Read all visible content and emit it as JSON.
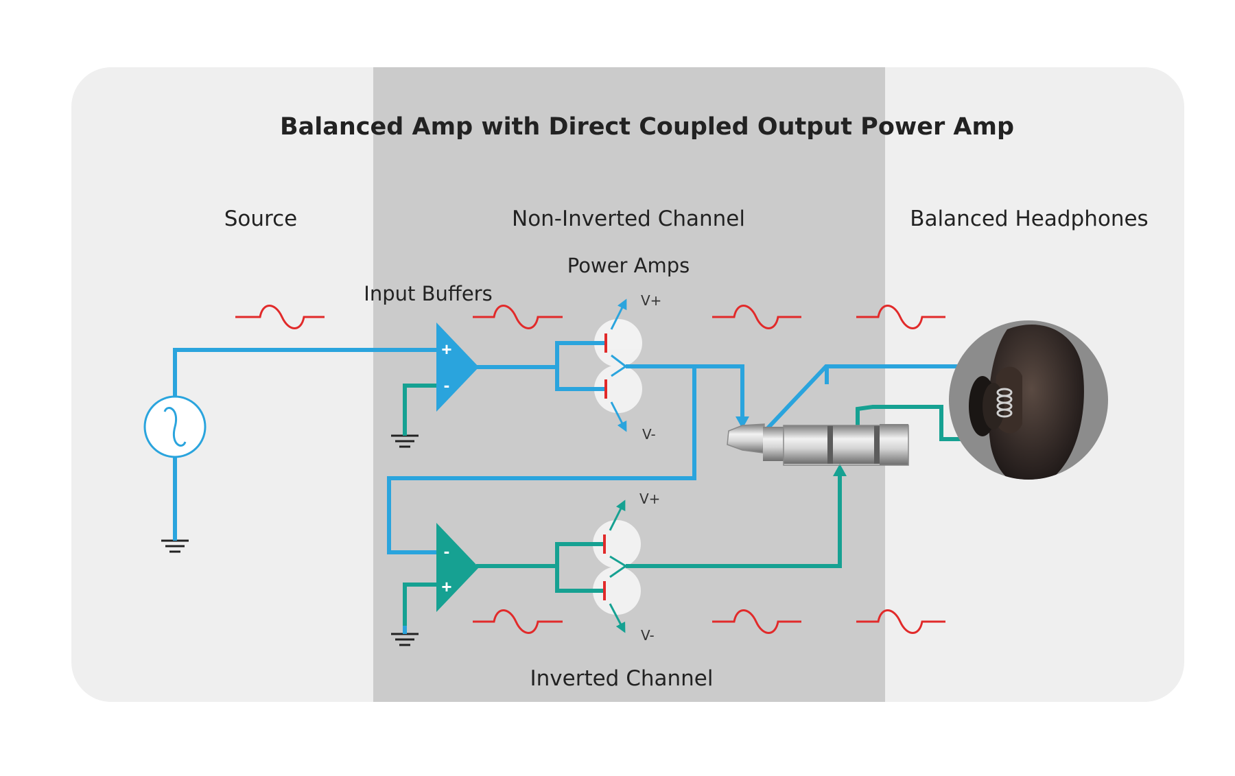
{
  "title": "Balanced Amp with Direct Coupled Output Power Amp",
  "sections": {
    "source": "Source",
    "non_inverted": "Non-Inverted Channel",
    "balanced_headphones": "Balanced Headphones",
    "inverted": "Inverted Channel"
  },
  "labels": {
    "input_buffers": "Input Buffers",
    "power_amps": "Power Amps"
  },
  "rails": {
    "top": {
      "vplus": "V+",
      "vminus": "V-"
    },
    "bottom": {
      "vplus": "V+",
      "vminus": "V-"
    }
  },
  "opamps": {
    "top": {
      "plus": "+",
      "minus": "-"
    },
    "bottom": {
      "minus": "-",
      "plus": "+"
    }
  },
  "colors": {
    "panel_light": "#efefef",
    "panel_dark": "#cbcbcb",
    "signal_blue": "#2aa4dd",
    "signal_teal": "#16a192",
    "waveform_red": "#e12a2a",
    "ground": "#222222"
  },
  "icons": [
    "sine-source-icon",
    "ground-icon",
    "opamp-icon",
    "transistor-icon",
    "trrs-plug-icon",
    "headphone-earcup-icon",
    "waveform-icon"
  ]
}
